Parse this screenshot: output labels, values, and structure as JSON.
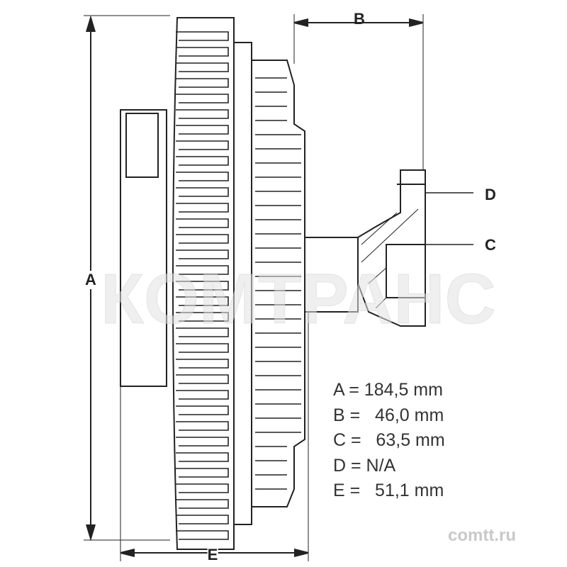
{
  "drawing": {
    "labels": {
      "A": "A",
      "B": "B",
      "C": "C",
      "D": "D",
      "E": "E"
    },
    "specs": [
      "A = 184,5 mm",
      "B =   46,0 mm",
      "C =   63,5 mm",
      "D = N/A",
      "E =   51,1 mm"
    ]
  },
  "watermark": "КОМТРАНС",
  "site": "comtt.ru"
}
